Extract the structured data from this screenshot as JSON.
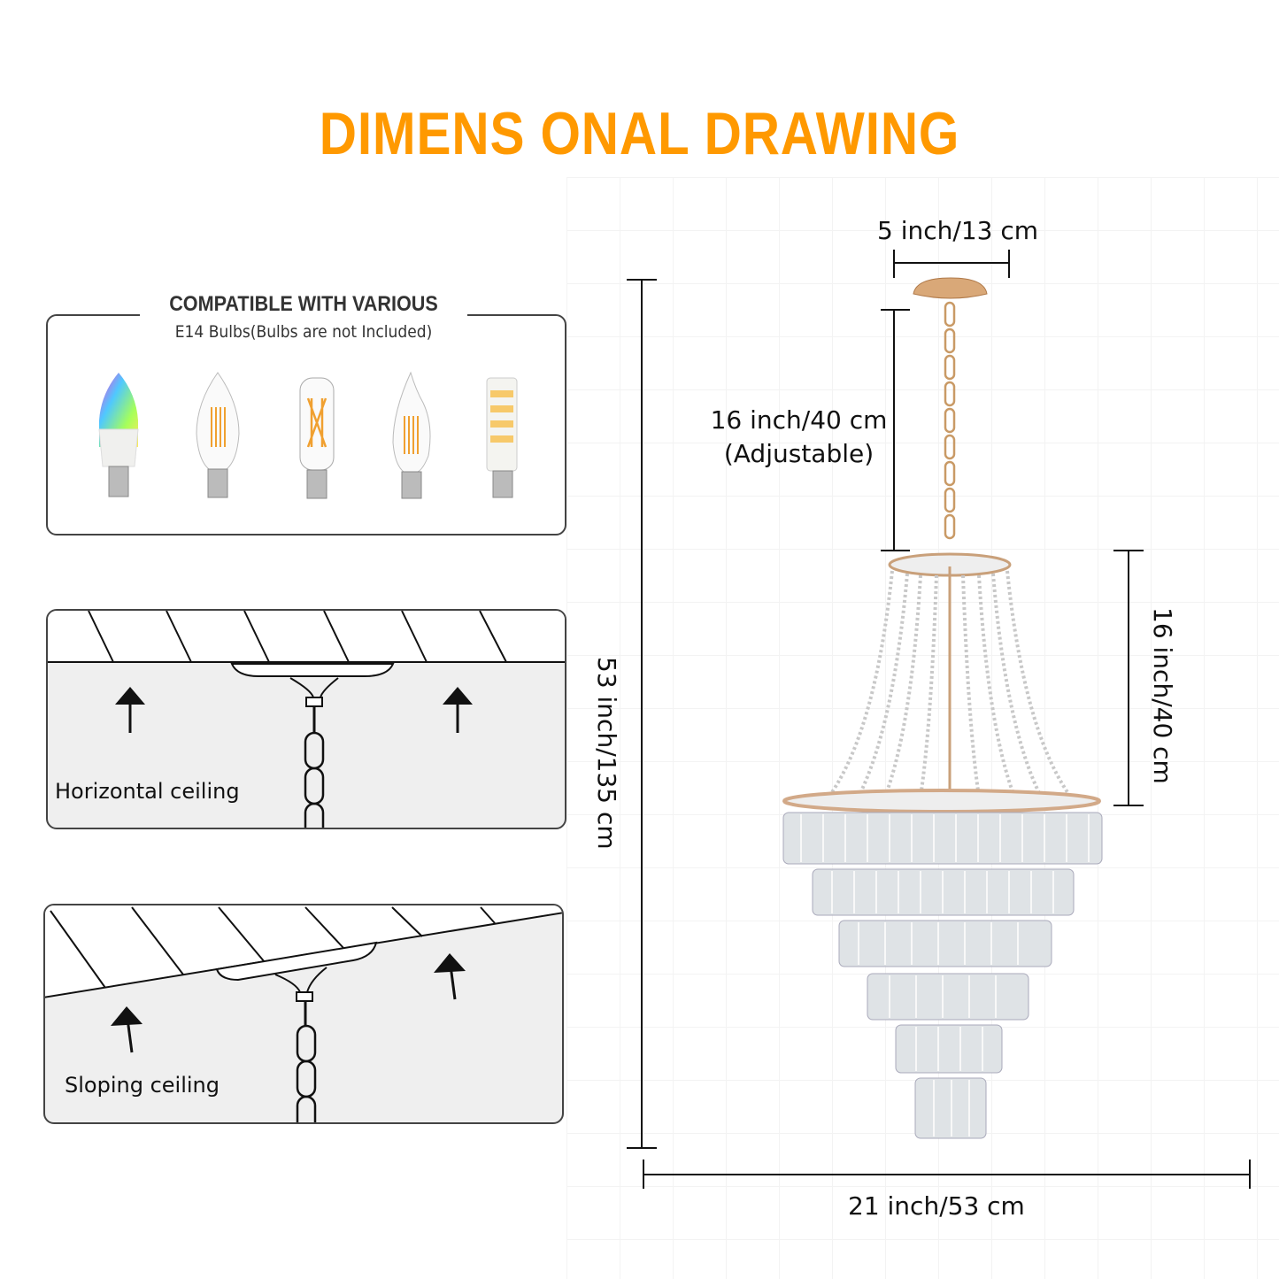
{
  "title": "DIMENS ONAL DRAWING",
  "colors": {
    "accent": "#FF9900",
    "panel": "#efefef",
    "border": "#444444"
  },
  "bulbs": {
    "heading": "COMPATIBLE WITH VARIOUS",
    "subheading": "E14 Bulbs(Bulbs are not Included)",
    "items": [
      "rgb-candle-bulb",
      "filament-candle-bulb",
      "tubular-filament-bulb",
      "flame-tip-bulb",
      "led-corn-bulb"
    ]
  },
  "ceilings": {
    "horizontal": "Horizontal ceiling",
    "sloping": "Sloping ceiling"
  },
  "dimensions": {
    "canopy_width": "5 inch/13 cm",
    "chain_length": "16 inch/40 cm",
    "chain_note": "(Adjustable)",
    "total_height": "53 inch/135 cm",
    "body_height": "16 inch/40 cm",
    "total_width": "21 inch/53 cm"
  }
}
